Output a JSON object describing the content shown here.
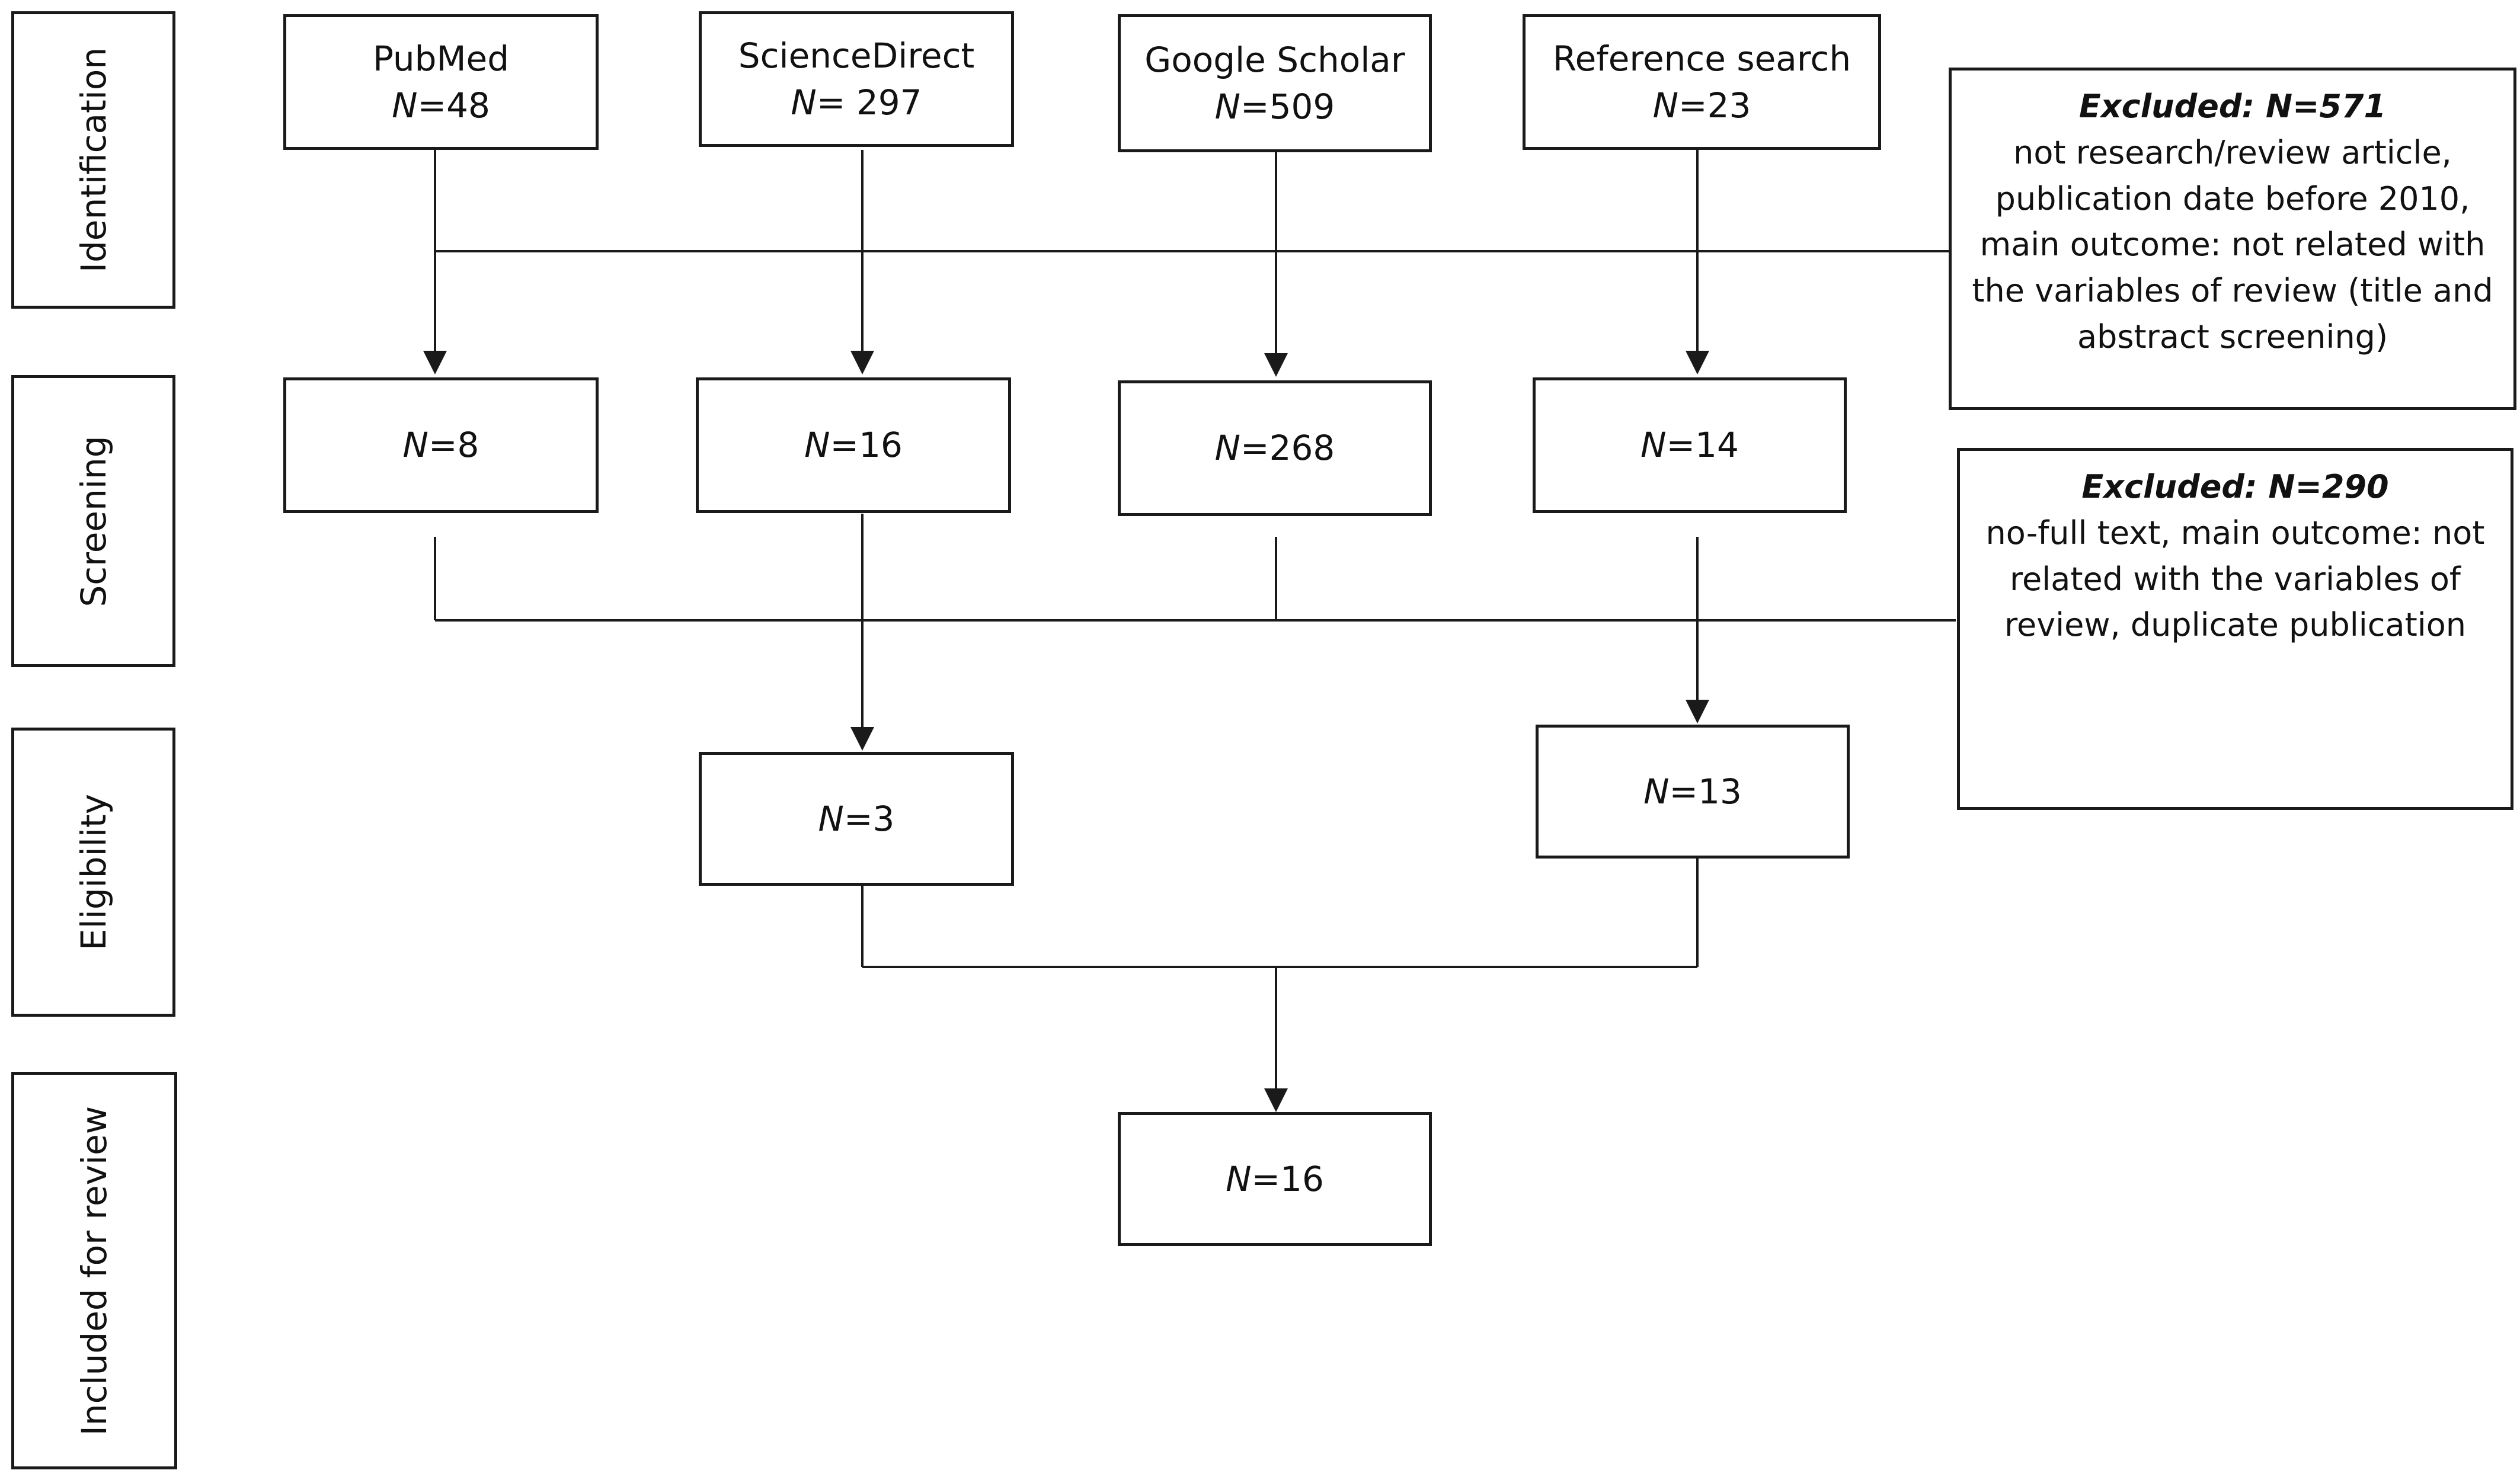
{
  "stages": {
    "identification": "Identification",
    "screening": "Screening",
    "eligibility": "Eligibility",
    "included": "Included for review"
  },
  "n_symbol": "N",
  "identification": {
    "pubmed": {
      "name": "PubMed",
      "value": "=48"
    },
    "sciencedirect": {
      "name": "ScienceDirect",
      "value": "= 297"
    },
    "google": {
      "name": "Google Scholar",
      "value": "=509"
    },
    "reference": {
      "name": "Reference search",
      "value": "=23"
    }
  },
  "screening": {
    "pubmed": "=8",
    "sciencedirect": "=16",
    "google": "=268",
    "reference": "=14"
  },
  "eligibility": {
    "sciencedirect": "=3",
    "reference": "=13"
  },
  "included": {
    "value": "=16"
  },
  "excluded_1": {
    "heading": "Excluded: N=571",
    "lines": [
      "not research/review article,",
      "publication date before 2010,",
      "main outcome: not related with",
      "the variables of review (title and",
      "abstract screening)"
    ]
  },
  "excluded_2": {
    "heading": "Excluded: N=290",
    "lines": [
      "no-full text, main outcome: not",
      "related with the variables of",
      "review, duplicate publication"
    ]
  }
}
